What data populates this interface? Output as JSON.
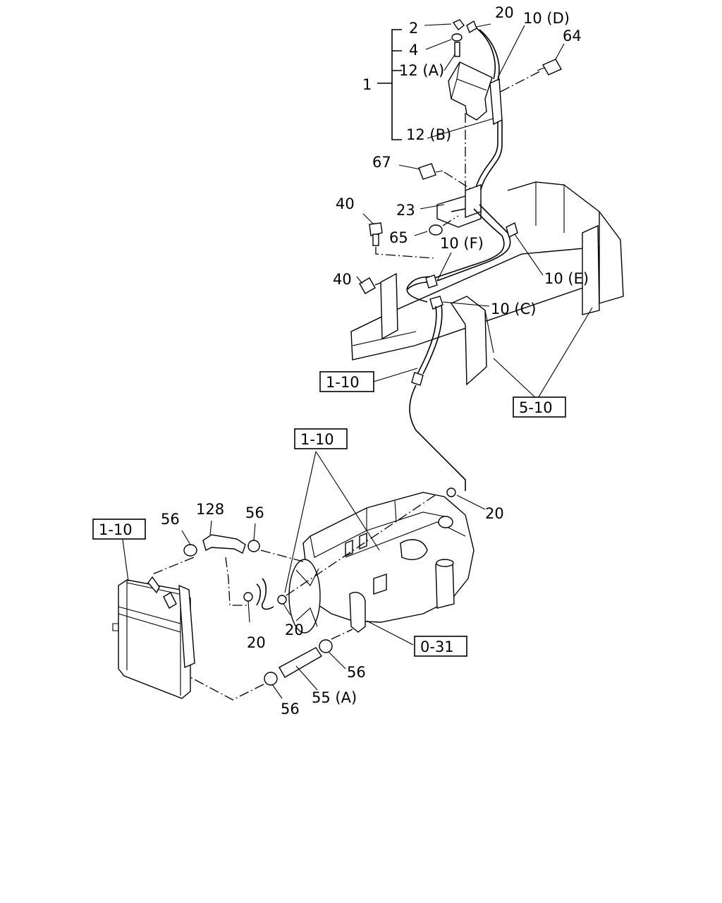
{
  "callouts": {
    "c1": "1",
    "c2": "2",
    "c4": "4",
    "c12a": "12 (A)",
    "c12b": "12 (B)",
    "c20top": "20",
    "c10d": "10 (D)",
    "c64": "64",
    "c67": "67",
    "c40a": "40",
    "c23": "23",
    "c65": "65",
    "c10f": "10 (F)",
    "c40b": "40",
    "c10e": "10 (E)",
    "c10c": "10 (C)",
    "c20mid": "20",
    "c56a": "56",
    "c128": "128",
    "c56b": "56",
    "c20l1": "20",
    "c20l2": "20",
    "c56c": "56",
    "c55a": "55 (A)",
    "c56d": "56"
  },
  "refs": {
    "r1": "1-10",
    "r2": "5-10",
    "r3": "1-10",
    "r4": "1-10",
    "r5": "0-31"
  }
}
